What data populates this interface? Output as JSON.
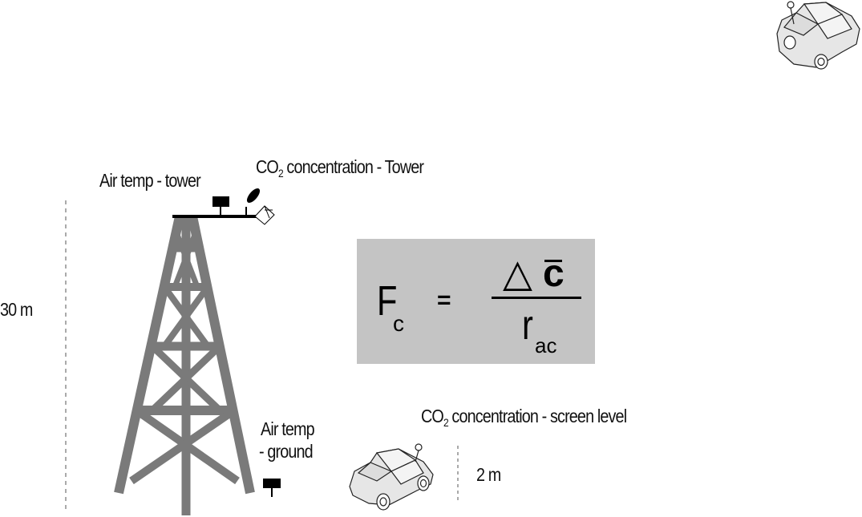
{
  "labels": {
    "air_temp_tower": "Air temp - tower",
    "co2_tower_prefix": "CO",
    "co2_tower_sub": "2",
    "co2_tower_suffix": " concentration - Tower",
    "height_30m": "30 m",
    "air_temp_ground_line1": "Air temp",
    "air_temp_ground_line2": "- ground",
    "co2_screen_prefix": "CO",
    "co2_screen_sub": "2",
    "co2_screen_suffix": " concentration - screen level",
    "height_2m": "2 m"
  },
  "equation": {
    "lhs": "F",
    "lhs_sub": "c",
    "equals": "=",
    "numerator_symbol": "△",
    "numerator_var": "c",
    "denominator": "r",
    "denominator_sub": "ac"
  },
  "colors": {
    "tower": "#7a7a7a",
    "equation_box": "#c4c4c4",
    "car_fill": "#e6e6e6",
    "ink": "#111111"
  }
}
